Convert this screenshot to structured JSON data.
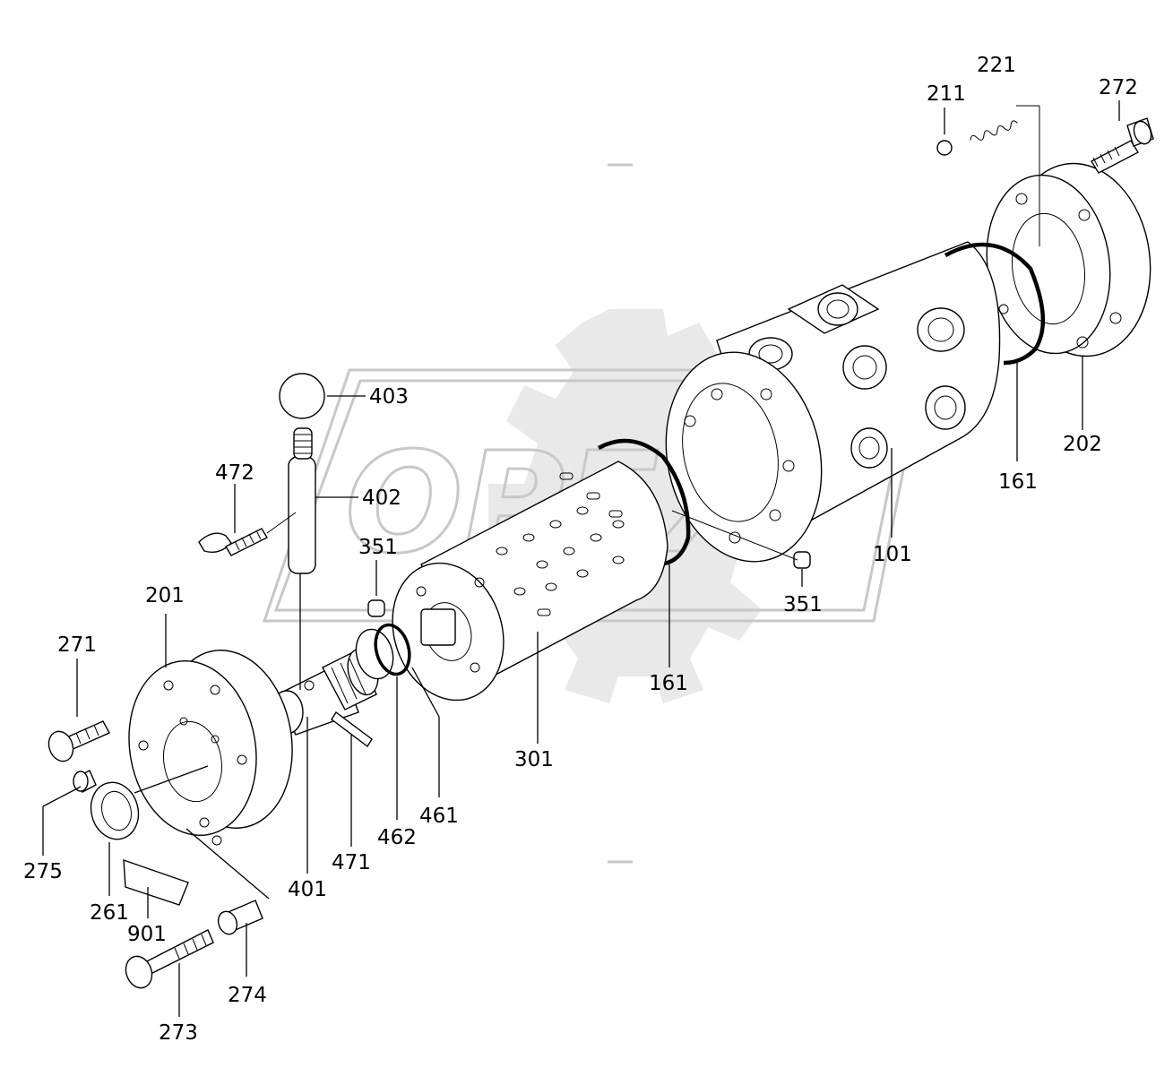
{
  "watermark": {
    "text": "OPEX"
  },
  "labels": {
    "p101": "101",
    "p161a": "161",
    "p161b": "161",
    "p201": "201",
    "p202": "202",
    "p211": "211",
    "p221": "221",
    "p261": "261",
    "p271": "271",
    "p272": "272",
    "p273": "273",
    "p274": "274",
    "p275": "275",
    "p301": "301",
    "p351a": "351",
    "p351b": "351",
    "p401": "401",
    "p402": "402",
    "p403": "403",
    "p461": "461",
    "p462": "462",
    "p471": "471",
    "p472": "472",
    "p901": "901"
  }
}
